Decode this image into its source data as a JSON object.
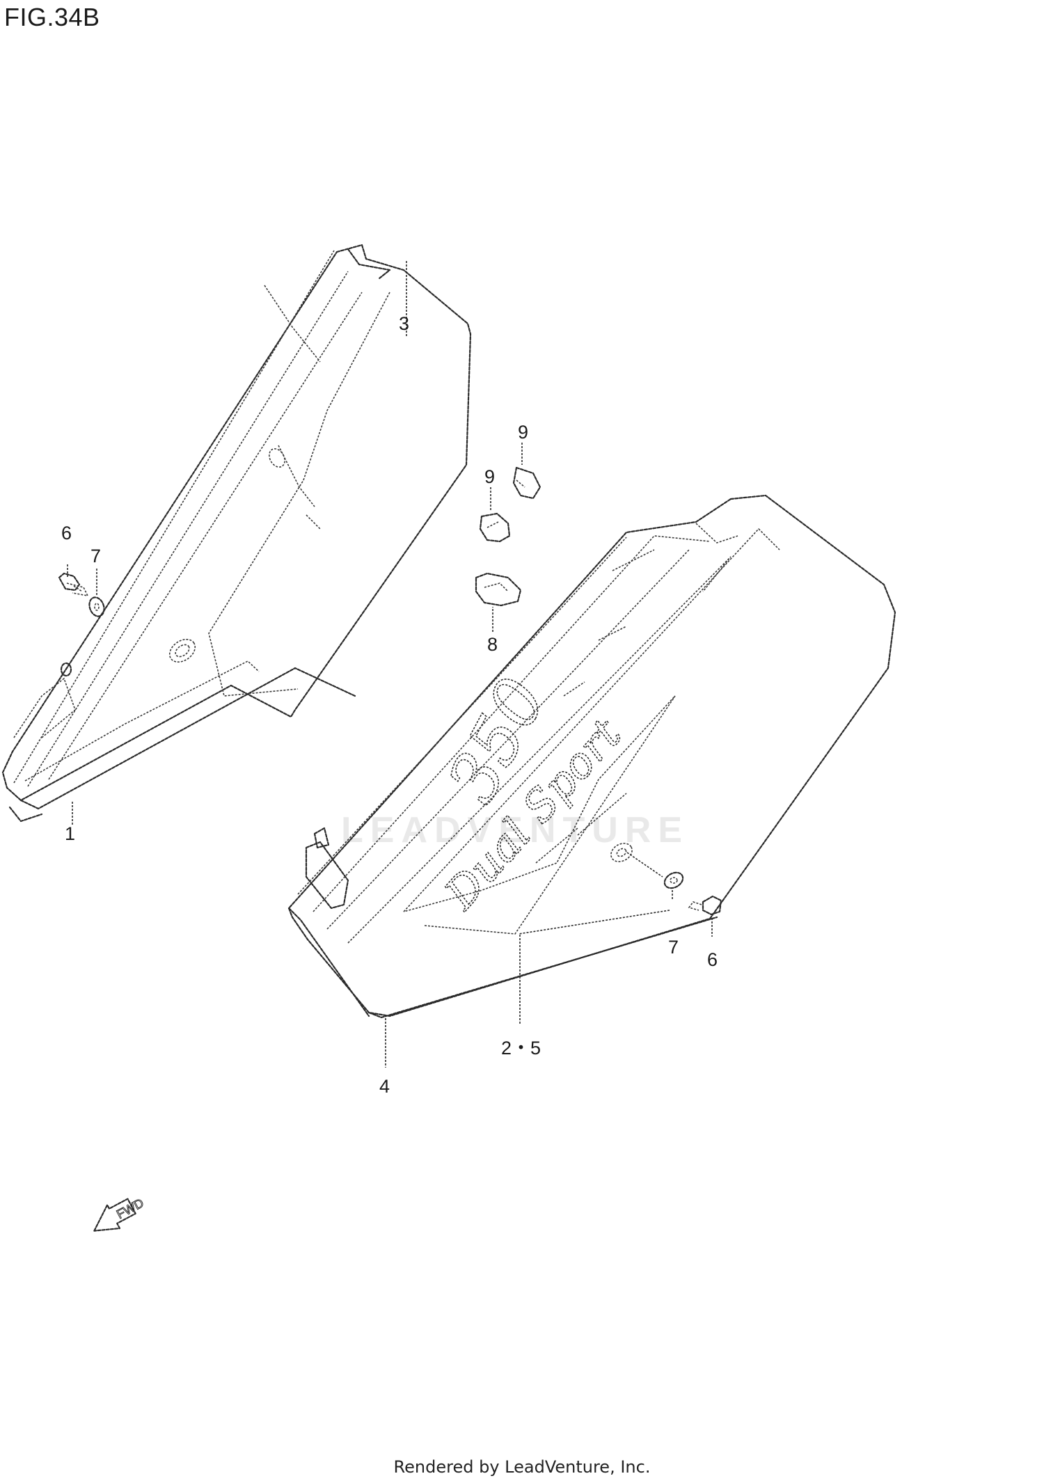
{
  "figure": {
    "title": "FIG.34B"
  },
  "footer": {
    "text": "Rendered by LeadVenture, Inc."
  },
  "watermark": {
    "text": "LEADVENTURE"
  },
  "decal": {
    "number": "350",
    "text": "Dual Sport"
  },
  "fwd_arrow": {
    "label": "FWD"
  },
  "callouts": {
    "c1": "1",
    "c3": "3",
    "c6a": "6",
    "c7a": "7",
    "c9a": "9",
    "c9b": "9",
    "c8": "8",
    "c7b": "7",
    "c6b": "6",
    "c25": "2・5",
    "c4": "4"
  }
}
